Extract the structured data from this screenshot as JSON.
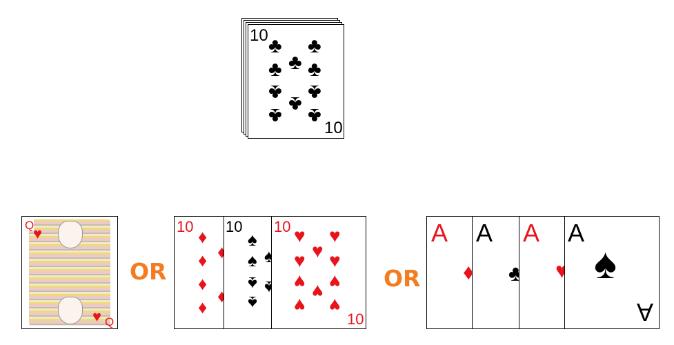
{
  "deck": {
    "top_card": {
      "rank": "10",
      "suit": "clubs",
      "suit_glyph": "♣",
      "color": "#000000"
    },
    "stack_count": 4
  },
  "separators": [
    {
      "label": "OR",
      "color": "#f47c20"
    },
    {
      "label": "OR",
      "color": "#f47c20"
    }
  ],
  "option_1": {
    "cards": [
      {
        "rank": "Q",
        "suit": "hearts",
        "suit_glyph": "♥",
        "color": "#e8141b"
      }
    ]
  },
  "option_2": {
    "cards": [
      {
        "rank": "10",
        "suit": "diamonds",
        "suit_glyph": "♦",
        "color": "#e8141b"
      },
      {
        "rank": "10",
        "suit": "spades",
        "suit_glyph": "♠",
        "color": "#000000"
      },
      {
        "rank": "10",
        "suit": "hearts",
        "suit_glyph": "♥",
        "color": "#e8141b"
      }
    ]
  },
  "option_3": {
    "cards": [
      {
        "rank": "A",
        "suit": "diamonds",
        "suit_glyph": "♦",
        "color": "#e8141b"
      },
      {
        "rank": "A",
        "suit": "clubs",
        "suit_glyph": "♣",
        "color": "#000000"
      },
      {
        "rank": "A",
        "suit": "hearts",
        "suit_glyph": "♥",
        "color": "#e8141b"
      },
      {
        "rank": "A",
        "suit": "spades",
        "suit_glyph": "♠",
        "color": "#000000"
      }
    ]
  }
}
